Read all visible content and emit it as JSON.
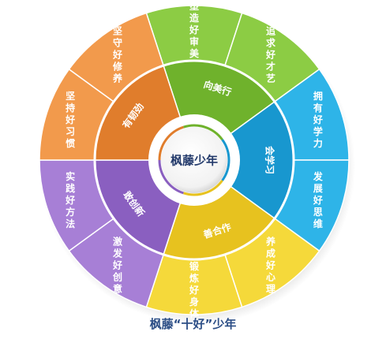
{
  "center_title": "枫藤少年",
  "caption": "枫藤“十好”少年",
  "groups": [
    {
      "label": "向美行",
      "color": "#8ccc44",
      "color_dark": "#6fb22c",
      "items": [
        "塑造好审美",
        "追求好才艺"
      ]
    },
    {
      "label": "会学习",
      "color": "#2eb4e8",
      "color_dark": "#1897cf",
      "items": [
        "拥有好学力",
        "发展好思维"
      ]
    },
    {
      "label": "善合作",
      "color": "#f5d93a",
      "color_dark": "#e7c21f",
      "items": [
        "养成好心理",
        "锻炼好身体"
      ]
    },
    {
      "label": "敢创新",
      "color": "#a77fd6",
      "color_dark": "#8a5fc0",
      "items": [
        "激发好创意",
        "实践好方法"
      ]
    },
    {
      "label": "有韧劲",
      "color": "#f29a4c",
      "color_dark": "#e07d2c",
      "items": [
        "坚持好习惯",
        "坚守好修养"
      ]
    }
  ]
}
